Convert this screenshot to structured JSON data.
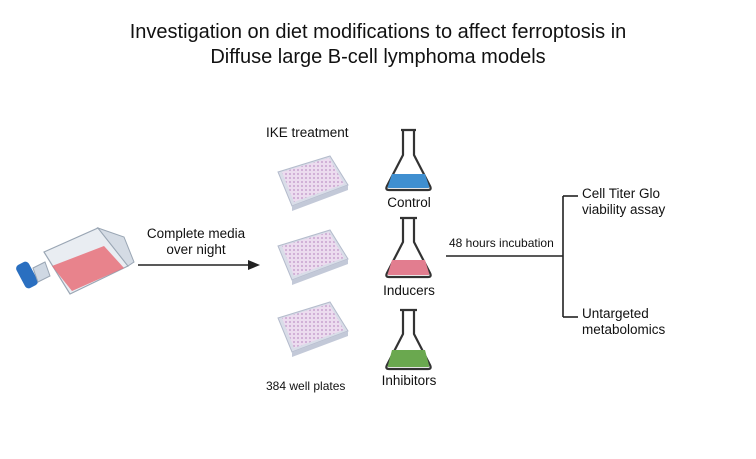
{
  "title": {
    "line1": "Investigation on diet modifications to affect ferroptosis in",
    "line2": "Diffuse large B-cell lymphoma models"
  },
  "steps": {
    "media_line1": "Complete media",
    "media_line2": "over night",
    "treatment_label": "IKE treatment",
    "plates_label": "384 well plates",
    "incubation_label": "48 hours incubation"
  },
  "flasks": [
    {
      "label": "Control",
      "liquid_color": "#3f8fd0"
    },
    {
      "label": "Inducers",
      "liquid_color": "#e27d8f"
    },
    {
      "label": "Inhibitors",
      "liquid_color": "#6aa84f"
    }
  ],
  "outcomes": [
    {
      "line1": "Cell Titer Glo",
      "line2": "viability assay"
    },
    {
      "line1": "Untargeted",
      "line2": "metabolomics"
    }
  ],
  "colors": {
    "culture_flask_liquid": "#e8707a",
    "culture_flask_cap": "#2a6fc0",
    "plate": "#d9dde8",
    "plate_wells": "#c9a4cf",
    "flask_outline": "#333333"
  }
}
